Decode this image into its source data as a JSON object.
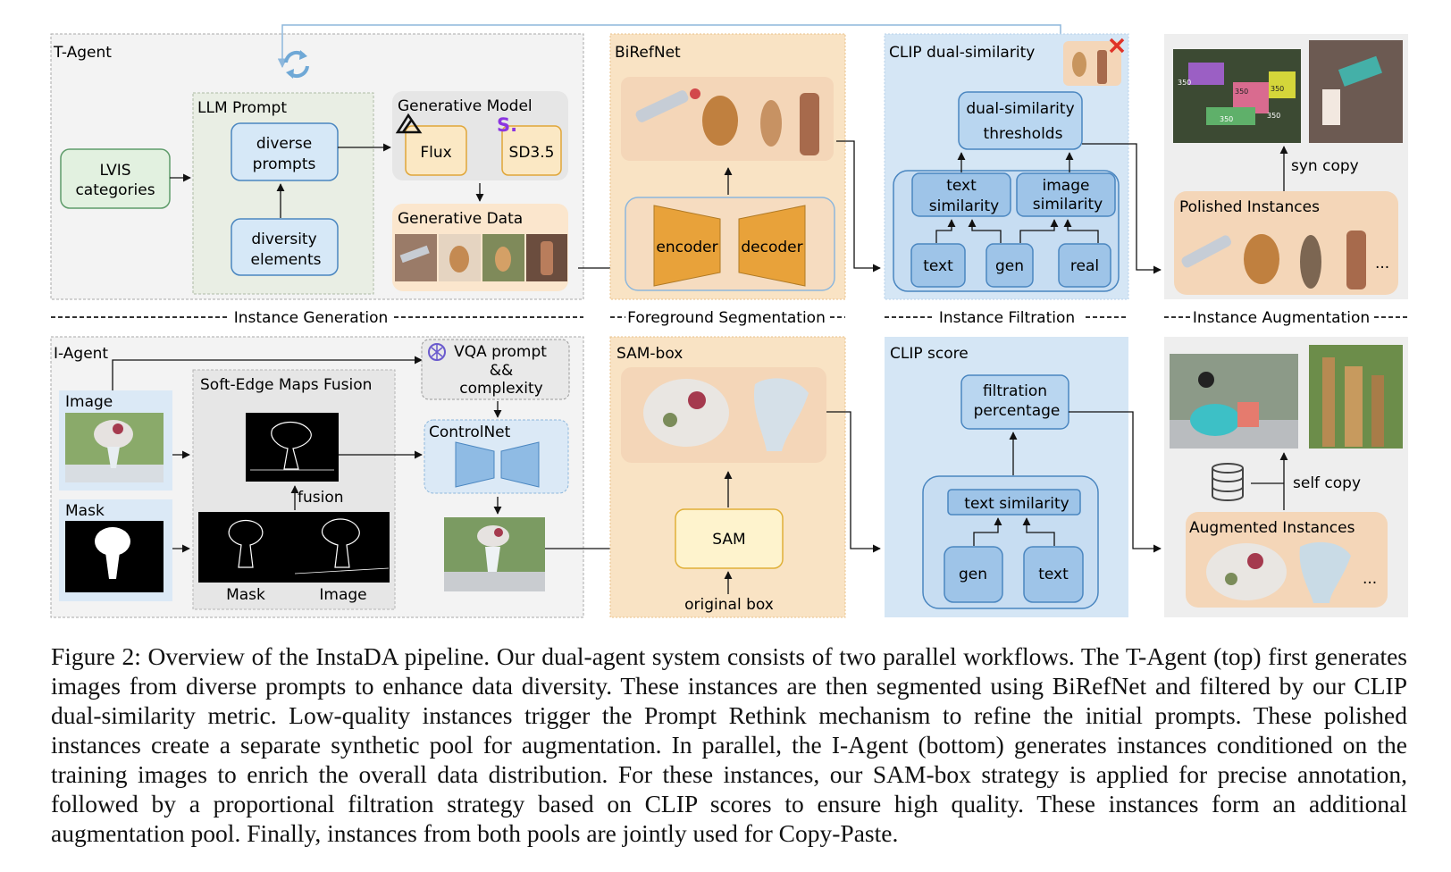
{
  "diagram": {
    "t_agent": {
      "title": "T-Agent",
      "lvis": [
        "LVIS",
        "categories"
      ],
      "llm_prompt": "LLM Prompt",
      "diverse_prompts": [
        "diverse",
        "prompts"
      ],
      "diversity_elements": [
        "diversity",
        "elements"
      ],
      "generative_model": "Generative Model",
      "flux": "Flux",
      "sd35": "SD3.5",
      "sd_logo": "S.",
      "generative_data": "Generative Data"
    },
    "birefnet": {
      "title": "BiRefNet",
      "encoder": "encoder",
      "decoder": "decoder"
    },
    "clip_dual": {
      "title": "CLIP dual-similarity",
      "thresholds": [
        "dual-similarity",
        "thresholds"
      ],
      "text_similarity": [
        "text",
        "similarity"
      ],
      "image_similarity": [
        "image",
        "similarity"
      ],
      "text": "text",
      "gen": "gen",
      "real": "real"
    },
    "top_aug": {
      "syn_copy": "syn copy",
      "polished": "Polished Instances",
      "ellipsis": "..."
    },
    "section_labels": {
      "instance_generation": "Instance Generation",
      "foreground_segmentation": "Foreground Segmentation",
      "instance_filtration": "Instance Filtration",
      "instance_augmentation": "Instance Augmentation"
    },
    "i_agent": {
      "title": "I-Agent",
      "image": "Image",
      "mask": "Mask",
      "soft_edge": "Soft-Edge Maps Fusion",
      "fusion": "fusion",
      "mask_label": "Mask",
      "image_label": "Image",
      "vqa": [
        "VQA prompt",
        "&&",
        "complexity"
      ],
      "controlnet": "ControlNet"
    },
    "sam_box": {
      "title": "SAM-box",
      "sam": "SAM",
      "original_box": "original box"
    },
    "clip_score": {
      "title": "CLIP score",
      "filtration": [
        "filtration",
        "percentage"
      ],
      "text_similarity": "text similarity",
      "gen": "gen",
      "text": "text"
    },
    "bottom_aug": {
      "self_copy": "self copy",
      "augmented": "Augmented Instances",
      "ellipsis": "..."
    },
    "seg_labels": {
      "l350a": "350",
      "l350b": "350",
      "l350c": "350",
      "l350d": "350",
      "l350e": "350"
    }
  },
  "caption": "Figure 2: Overview of the InstaDA pipeline. Our dual-agent system consists of two parallel workflows. The T-Agent (top) first generates images from diverse prompts to enhance data diversity. These instances are then segmented using BiRefNet and filtered by our CLIP dual-similarity metric. Low-quality instances trigger the Prompt Rethink mechanism to refine the initial prompts. These polished instances create a separate synthetic pool for augmentation. In parallel, the I-Agent (bottom) generates instances conditioned on the training images to enrich the overall data distribution. For these instances, our SAM-box strategy is applied for precise annotation, followed by a proportional filtration strategy based on CLIP scores to ensure high quality. These instances form an additional augmentation pool. Finally, instances from both pools are jointly used for Copy-Paste.",
  "colors": {
    "blue_box": "#d6e8f7",
    "blue_stroke": "#4a86c0",
    "orange_panel": "#f9e3c4",
    "encoder_fill": "#e8a23a",
    "green_box": "#e2f1e0",
    "clip_panel": "#d5e6f5"
  },
  "icons": [
    "refresh-icon",
    "flux-logo-icon",
    "sd-logo-icon",
    "reject-x-icon",
    "database-icon",
    "openai-logo-icon"
  ]
}
